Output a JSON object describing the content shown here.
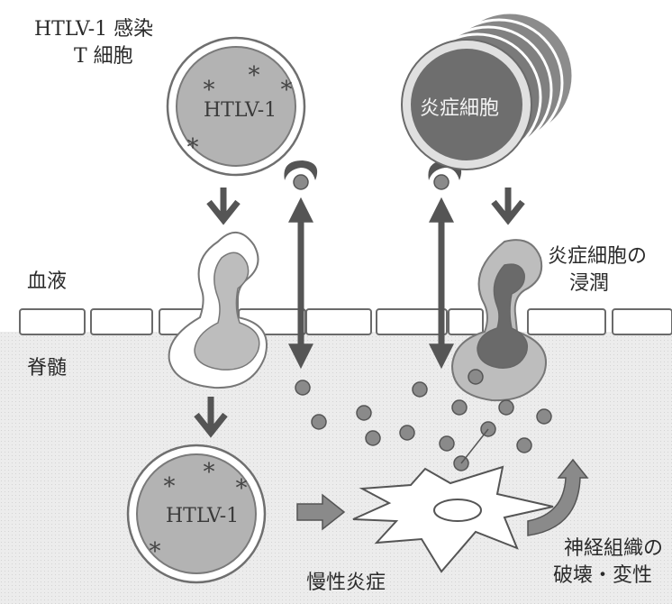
{
  "labels": {
    "infected_cell_line1": "HTLV-1 感染",
    "infected_cell_line2": "T 細胞",
    "virus_top": "HTLV-1",
    "inflammatory_cell": "炎症細胞",
    "infiltration_line1": "炎症細胞の",
    "infiltration_line2": "浸潤",
    "blood": "血液",
    "spinal_cord": "脊髄",
    "virus_bottom": "HTLV-1",
    "chronic_inflammation": "慢性炎症",
    "nerve_line1": "神経組織の",
    "nerve_line2": "破壊・変性"
  },
  "colors": {
    "spinal_bg": "#ebebeb",
    "cell_fill": "#b3b3b3",
    "dark_fill": "#6e6e6e",
    "arrow": "#4d4d4d",
    "outline": "#8a8a8a"
  },
  "icons": [
    "star-icon",
    "chemokine-dot",
    "receptor-crescent",
    "double-arrow",
    "down-chevron-arrow",
    "block-arrow",
    "curved-arrow"
  ]
}
